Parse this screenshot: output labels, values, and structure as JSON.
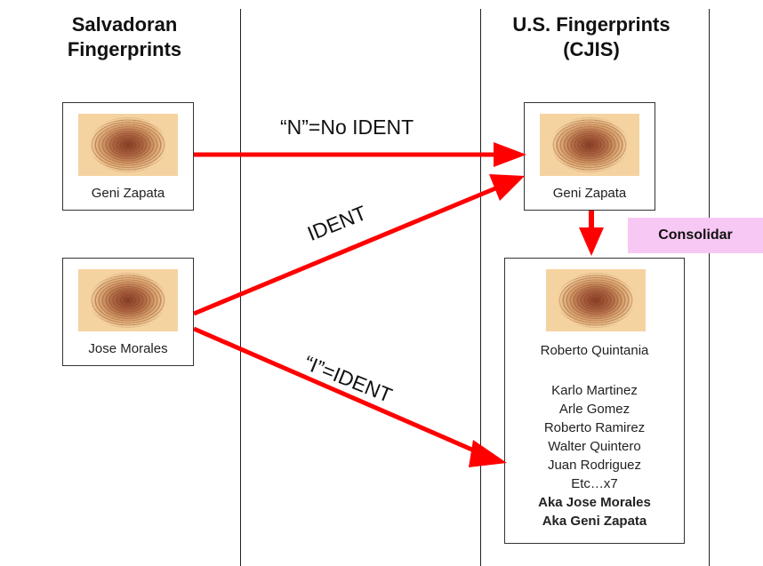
{
  "columns": {
    "left_title_line1": "Salvadoran",
    "left_title_line2": "Fingerprints",
    "right_title_line1": "U.S. Fingerprints",
    "right_title_line2": "(CJIS)"
  },
  "left_cards": [
    {
      "label": "Geni Zapata"
    },
    {
      "label": "Jose Morales"
    }
  ],
  "right_cards": {
    "top_label": "Geni Zapata",
    "bottom_primary": "Roberto Quintania",
    "bottom_aliases": [
      "Karlo Martinez",
      "Arle Gomez",
      "Roberto Ramirez",
      "Walter Quintero",
      "Juan Rodriguez",
      "Etc…x7"
    ],
    "bottom_aka": [
      "Aka Jose Morales",
      "Aka Geni Zapata"
    ]
  },
  "edges": {
    "no_ident": "“N”=No IDENT",
    "ident": "IDENT",
    "i_ident": "“I”=IDENT"
  },
  "badge": "Consolidar",
  "colors": {
    "arrow": "#ff0000",
    "badge_bg": "#f7c8f3"
  }
}
